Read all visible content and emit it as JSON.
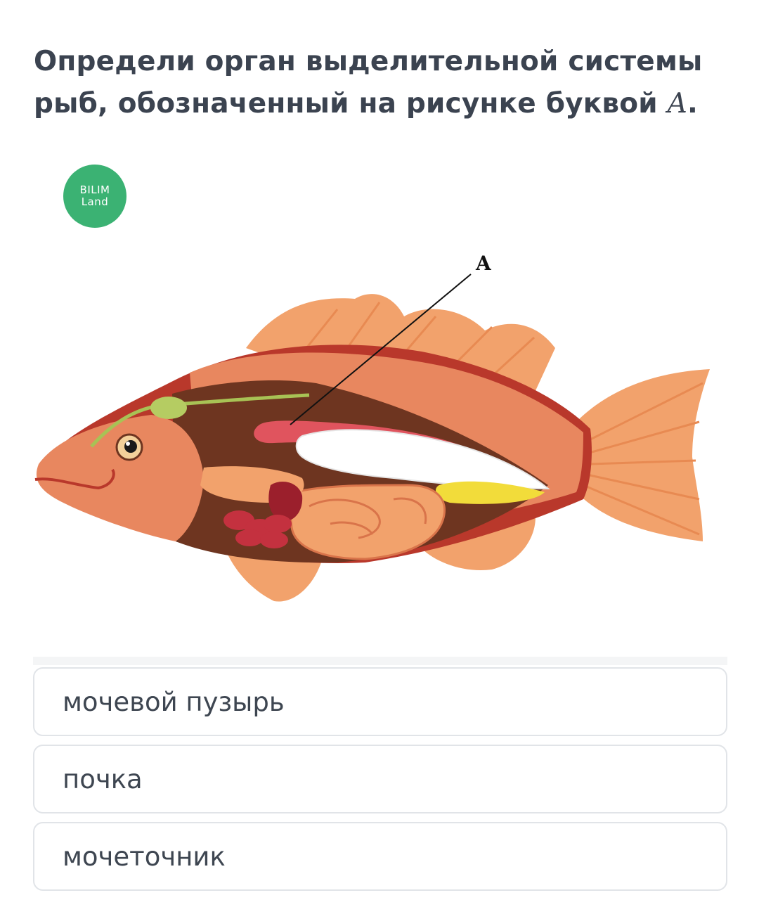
{
  "question": {
    "text": "Определи орган выделительной системы рыб, обозначенный на рисунке буквой",
    "letter": "A",
    "end": "."
  },
  "logo": {
    "line1": "BILIM",
    "line2": "Land",
    "color": "#3bb273"
  },
  "figure": {
    "label": "A"
  },
  "options": [
    {
      "label": "мочевой пузырь"
    },
    {
      "label": "почка"
    },
    {
      "label": "мочеточник"
    }
  ]
}
